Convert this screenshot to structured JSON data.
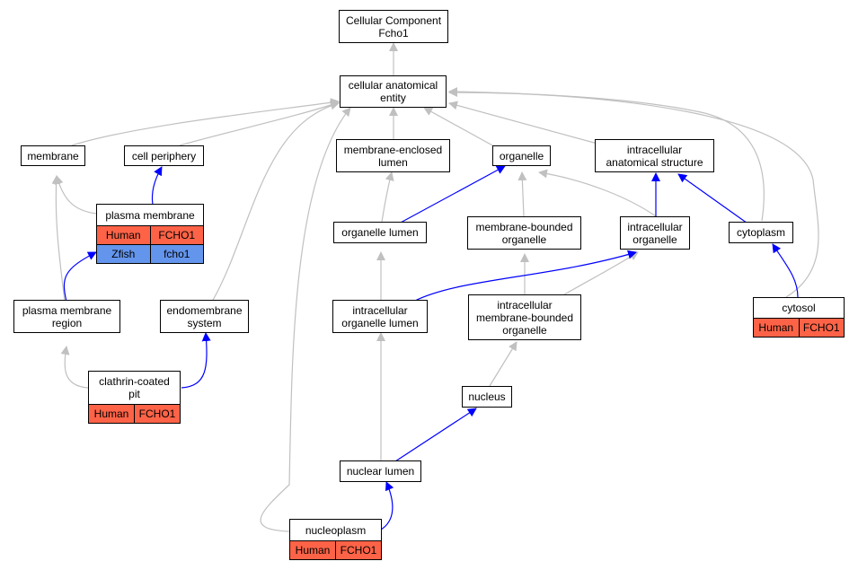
{
  "diagram": {
    "nodes": {
      "root": "Cellular Component\nFcho1",
      "cae": "cellular anatomical\nentity",
      "membrane": "membrane",
      "cell_periphery": "cell periphery",
      "mel": "membrane-enclosed\nlumen",
      "organelle": "organelle",
      "ias": "intracellular\nanatomical structure",
      "plasma_membrane": "plasma membrane",
      "organelle_lumen": "organelle lumen",
      "mbo": "membrane-bounded\norganelle",
      "intra_org": "intracellular\norganelle",
      "cytoplasm": "cytoplasm",
      "pmr": "plasma membrane\nregion",
      "endomembrane": "endomembrane\nsystem",
      "iol": "intracellular\norganelle lumen",
      "imbo": "intracellular\nmembrane-bounded\norganelle",
      "cytosol": "cytosol",
      "ccp": "clathrin-coated\npit",
      "nucleus": "nucleus",
      "nuclear_lumen": "nuclear lumen",
      "nucleoplasm": "nucleoplasm"
    },
    "annotations": {
      "plasma_membrane": [
        [
          "Human",
          "FCHO1"
        ],
        [
          "Zfish",
          "fcho1"
        ]
      ],
      "cytosol": [
        [
          "Human",
          "FCHO1"
        ]
      ],
      "ccp": [
        [
          "Human",
          "FCHO1"
        ]
      ],
      "nucleoplasm": [
        [
          "Human",
          "FCHO1"
        ]
      ]
    },
    "colors": {
      "is_a_edge": "#c0c0c0",
      "part_of_edge": "#0000ff",
      "human_fill": "#ff6347",
      "zfish_fill": "#6495ed"
    }
  }
}
